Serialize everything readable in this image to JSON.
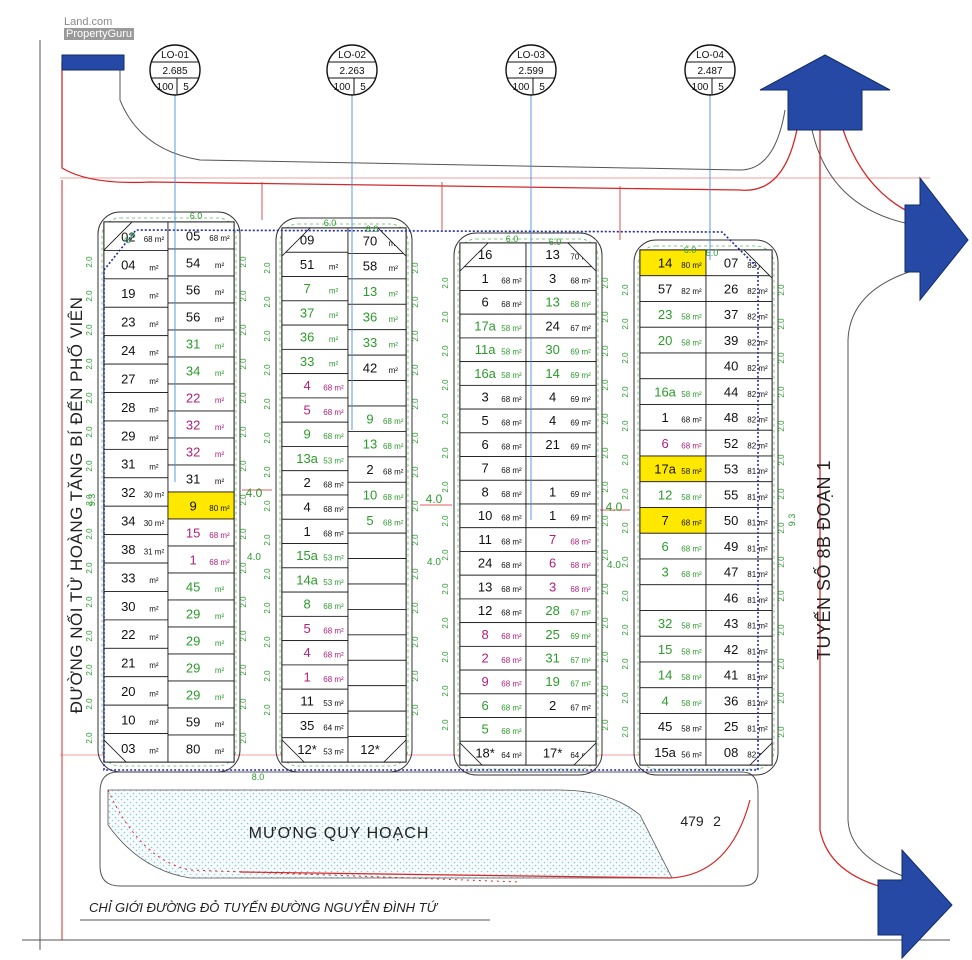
{
  "watermark": {
    "line1": "Land.com",
    "line2": "PropertyGuru"
  },
  "roads": {
    "left": "ĐƯỜNG NỐI TỪ HOÀNG TĂNG BÍ ĐẾN PHỐ VIÊN",
    "right": "TUYẾN SỐ 8B ĐOẠN 1",
    "bottom": "CHỈ GIỚI ĐƯỜNG ĐỎ TUYẾN ĐƯỜNG NGUYỄN ĐÌNH TỨ"
  },
  "canal": {
    "label": "MƯƠNG QUY HOẠCH",
    "plot_no": "479",
    "plot_map": "2"
  },
  "callouts": [
    {
      "id": "LO-01",
      "area": "2.685",
      "ratio": "100",
      "floors": "5"
    },
    {
      "id": "LO-02",
      "area": "2.263",
      "ratio": "100",
      "floors": "5"
    },
    {
      "id": "LO-03",
      "area": "2.599",
      "ratio": "100",
      "floors": "5"
    },
    {
      "id": "LO-04",
      "area": "2.487",
      "ratio": "100",
      "floors": "5"
    }
  ],
  "colors": {
    "outline": "#1f2aa8",
    "road_red": "#d62828",
    "arrow": "#2749a6",
    "green_text": "#2c9b2c",
    "magenta_text": "#b0207c",
    "highlight": "#ffe800",
    "canal_hatch": "#8fc7d8"
  },
  "dims": {
    "gap": "4.0",
    "setback": "6.0",
    "side": "2.0",
    "bottom": "8.0",
    "edge": "9.3"
  },
  "blocks": [
    {
      "name": "lo-01",
      "left": [
        {
          "n": "02",
          "a": "68",
          "u": "m²"
        },
        {
          "n": "04",
          "a": "",
          "u": "m²"
        },
        {
          "n": "19",
          "a": "",
          "u": "m²"
        },
        {
          "n": "23",
          "a": "",
          "u": "m²"
        },
        {
          "n": "24",
          "a": "",
          "u": "m²"
        },
        {
          "n": "27",
          "a": "",
          "u": "m²"
        },
        {
          "n": "28",
          "a": "",
          "u": "m²"
        },
        {
          "n": "29",
          "a": "",
          "u": "m²"
        },
        {
          "n": "31",
          "a": "",
          "u": "m²"
        },
        {
          "n": "32",
          "a": "30",
          "u": "m²"
        },
        {
          "n": "34",
          "a": "30",
          "u": "m²"
        },
        {
          "n": "38",
          "a": "31",
          "u": "m²"
        },
        {
          "n": "33",
          "a": "",
          "u": "m²"
        },
        {
          "n": "30",
          "a": "",
          "u": "m²"
        },
        {
          "n": "22",
          "a": "",
          "u": "m²"
        },
        {
          "n": "21",
          "a": "",
          "u": "m²"
        },
        {
          "n": "20",
          "a": "",
          "u": "m²"
        },
        {
          "n": "10",
          "a": "",
          "u": "m²"
        },
        {
          "n": "03",
          "a": "",
          "u": "m²"
        }
      ],
      "right": [
        {
          "n": "05",
          "a": "68",
          "u": "m²"
        },
        {
          "n": "54",
          "a": "",
          "u": "m²"
        },
        {
          "n": "56",
          "a": "",
          "u": "m²"
        },
        {
          "n": "56",
          "a": "",
          "u": "m²"
        },
        {
          "n": "31",
          "a": "",
          "u": "m²",
          "c": "g"
        },
        {
          "n": "34",
          "a": "",
          "u": "m²",
          "c": "g"
        },
        {
          "n": "22",
          "a": "",
          "u": "m²",
          "c": "m"
        },
        {
          "n": "32",
          "a": "",
          "u": "m²",
          "c": "m"
        },
        {
          "n": "32",
          "a": "",
          "u": "m²",
          "c": "m"
        },
        {
          "n": "31",
          "a": "",
          "u": "m²"
        },
        {
          "n": "9",
          "a": "80",
          "u": "m²",
          "h": true
        },
        {
          "n": "15",
          "a": "68",
          "u": "m²",
          "c": "m"
        },
        {
          "n": "1",
          "a": "68",
          "u": "m²",
          "c": "m"
        },
        {
          "n": "45",
          "a": "",
          "u": "m²",
          "c": "g"
        },
        {
          "n": "29",
          "a": "",
          "u": "m²",
          "c": "g"
        },
        {
          "n": "29",
          "a": "",
          "u": "m²",
          "c": "g"
        },
        {
          "n": "29",
          "a": "",
          "u": "m²",
          "c": "g"
        },
        {
          "n": "29",
          "a": "",
          "u": "m²",
          "c": "g"
        },
        {
          "n": "59",
          "a": "",
          "u": "m²"
        },
        {
          "n": "80",
          "a": "",
          "u": "m²"
        }
      ]
    },
    {
      "name": "lo-02",
      "left": [
        {
          "n": "09",
          "a": "",
          "u": ""
        },
        {
          "n": "51",
          "a": "",
          "u": "m²"
        },
        {
          "n": "7",
          "a": "",
          "u": "m²",
          "c": "g"
        },
        {
          "n": "37",
          "a": "",
          "u": "m²",
          "c": "g"
        },
        {
          "n": "36",
          "a": "",
          "u": "m²",
          "c": "g"
        },
        {
          "n": "33",
          "a": "",
          "u": "m²",
          "c": "g"
        },
        {
          "n": "4",
          "a": "68",
          "u": "m²",
          "c": "m"
        },
        {
          "n": "5",
          "a": "68",
          "u": "m²",
          "c": "m"
        },
        {
          "n": "9",
          "a": "68",
          "u": "m²",
          "c": "g"
        },
        {
          "n": "13a",
          "a": "53",
          "u": "m²",
          "c": "g"
        },
        {
          "n": "2",
          "a": "68",
          "u": "m²"
        },
        {
          "n": "4",
          "a": "68",
          "u": "m²"
        },
        {
          "n": "1",
          "a": "68",
          "u": "m²"
        },
        {
          "n": "15a",
          "a": "53",
          "u": "m²",
          "c": "g"
        },
        {
          "n": "14a",
          "a": "53",
          "u": "m²",
          "c": "g"
        },
        {
          "n": "8",
          "a": "68",
          "u": "m²",
          "c": "g"
        },
        {
          "n": "5",
          "a": "68",
          "u": "m²",
          "c": "m"
        },
        {
          "n": "4",
          "a": "68",
          "u": "m²",
          "c": "m"
        },
        {
          "n": "1",
          "a": "68",
          "u": "m²",
          "c": "m"
        },
        {
          "n": "11",
          "a": "53",
          "u": "m²"
        },
        {
          "n": "35",
          "a": "64",
          "u": "m²"
        },
        {
          "n": "12*",
          "a": "53",
          "u": "m²"
        }
      ],
      "right": [
        {
          "n": "70",
          "a": "",
          "u": "m²"
        },
        {
          "n": "58",
          "a": "",
          "u": "m²"
        },
        {
          "n": "13",
          "a": "",
          "u": "m²",
          "c": "g"
        },
        {
          "n": "36",
          "a": "",
          "u": "m²",
          "c": "g"
        },
        {
          "n": "33",
          "a": "",
          "u": "m²",
          "c": "g"
        },
        {
          "n": "42",
          "a": "",
          "u": "m²"
        },
        {
          "n": "",
          "a": "",
          "u": ""
        },
        {
          "n": "9",
          "a": "68",
          "u": "m²",
          "c": "g"
        },
        {
          "n": "13",
          "a": "68",
          "u": "m²",
          "c": "g"
        },
        {
          "n": "2",
          "a": "68",
          "u": "m²"
        },
        {
          "n": "10",
          "a": "68",
          "u": "m²",
          "c": "g"
        },
        {
          "n": "5",
          "a": "68",
          "u": "m²",
          "c": "g"
        },
        {
          "n": "",
          "a": "",
          "u": ""
        },
        {
          "n": "",
          "a": "",
          "u": ""
        },
        {
          "n": "",
          "a": "",
          "u": ""
        },
        {
          "n": "",
          "a": "",
          "u": ""
        },
        {
          "n": "",
          "a": "",
          "u": ""
        },
        {
          "n": "",
          "a": "",
          "u": ""
        },
        {
          "n": "",
          "a": "",
          "u": ""
        },
        {
          "n": "",
          "a": "",
          "u": ""
        },
        {
          "n": "12*",
          "a": "",
          "u": ""
        }
      ]
    },
    {
      "name": "lo-03",
      "left": [
        {
          "n": "16",
          "a": "",
          "u": ""
        },
        {
          "n": "1",
          "a": "68",
          "u": "m²"
        },
        {
          "n": "6",
          "a": "68",
          "u": "m²"
        },
        {
          "n": "17a",
          "a": "58",
          "u": "m²",
          "c": "g"
        },
        {
          "n": "11a",
          "a": "58",
          "u": "m²",
          "c": "g"
        },
        {
          "n": "16a",
          "a": "58",
          "u": "m²",
          "c": "g"
        },
        {
          "n": "3",
          "a": "68",
          "u": "m²"
        },
        {
          "n": "5",
          "a": "68",
          "u": "m²"
        },
        {
          "n": "6",
          "a": "68",
          "u": "m²"
        },
        {
          "n": "7",
          "a": "68",
          "u": "m²"
        },
        {
          "n": "8",
          "a": "68",
          "u": "m²"
        },
        {
          "n": "10",
          "a": "68",
          "u": "m²"
        },
        {
          "n": "11",
          "a": "68",
          "u": "m²"
        },
        {
          "n": "24",
          "a": "68",
          "u": "m²"
        },
        {
          "n": "13",
          "a": "68",
          "u": "m²"
        },
        {
          "n": "12",
          "a": "68",
          "u": "m²"
        },
        {
          "n": "8",
          "a": "68",
          "u": "m²",
          "c": "m"
        },
        {
          "n": "2",
          "a": "68",
          "u": "m²",
          "c": "m"
        },
        {
          "n": "9",
          "a": "68",
          "u": "m²",
          "c": "m"
        },
        {
          "n": "6",
          "a": "68",
          "u": "m²",
          "c": "g"
        },
        {
          "n": "5",
          "a": "68",
          "u": "m²",
          "c": "g"
        },
        {
          "n": "18*",
          "a": "64",
          "u": "m²"
        }
      ],
      "right": [
        {
          "n": "13",
          "a": "70",
          "u": "m²"
        },
        {
          "n": "3",
          "a": "68",
          "u": "m²"
        },
        {
          "n": "13",
          "a": "68",
          "u": "m²",
          "c": "g"
        },
        {
          "n": "24",
          "a": "67",
          "u": "m²"
        },
        {
          "n": "30",
          "a": "69",
          "u": "m²",
          "c": "g"
        },
        {
          "n": "14",
          "a": "69",
          "u": "m²",
          "c": "g"
        },
        {
          "n": "4",
          "a": "69",
          "u": "m²"
        },
        {
          "n": "4",
          "a": "69",
          "u": "m²"
        },
        {
          "n": "21",
          "a": "69",
          "u": "m²"
        },
        {
          "n": "",
          "a": "",
          "u": ""
        },
        {
          "n": "1",
          "a": "69",
          "u": "m²"
        },
        {
          "n": "1",
          "a": "69",
          "u": "m²"
        },
        {
          "n": "7",
          "a": "68",
          "u": "m²",
          "c": "m"
        },
        {
          "n": "6",
          "a": "68",
          "u": "m²",
          "c": "m"
        },
        {
          "n": "3",
          "a": "68",
          "u": "m²",
          "c": "m"
        },
        {
          "n": "28",
          "a": "67",
          "u": "m²",
          "c": "g"
        },
        {
          "n": "25",
          "a": "69",
          "u": "m²",
          "c": "g"
        },
        {
          "n": "31",
          "a": "67",
          "u": "m²",
          "c": "g"
        },
        {
          "n": "19",
          "a": "67",
          "u": "m²",
          "c": "g"
        },
        {
          "n": "2",
          "a": "67",
          "u": "m²"
        },
        {
          "n": "",
          "a": "",
          "u": ""
        },
        {
          "n": "17*",
          "a": "64",
          "u": "m²"
        }
      ]
    },
    {
      "name": "lo-04",
      "left": [
        {
          "n": "14",
          "a": "80",
          "u": "m²",
          "h": true
        },
        {
          "n": "57",
          "a": "82",
          "u": "m²"
        },
        {
          "n": "23",
          "a": "58",
          "u": "m²",
          "c": "g"
        },
        {
          "n": "20",
          "a": "58",
          "u": "m²",
          "c": "g"
        },
        {
          "n": "",
          "a": "",
          "u": ""
        },
        {
          "n": "16a",
          "a": "58",
          "u": "m²",
          "c": "g"
        },
        {
          "n": "1",
          "a": "68",
          "u": "m²"
        },
        {
          "n": "6",
          "a": "68",
          "u": "m²",
          "c": "m"
        },
        {
          "n": "17a",
          "a": "58",
          "u": "m²",
          "h": true
        },
        {
          "n": "12",
          "a": "58",
          "u": "m²",
          "c": "g"
        },
        {
          "n": "7",
          "a": "68",
          "u": "m²",
          "h": true
        },
        {
          "n": "6",
          "a": "68",
          "u": "m²",
          "c": "g"
        },
        {
          "n": "3",
          "a": "68",
          "u": "m²",
          "c": "g"
        },
        {
          "n": "",
          "a": "",
          "u": ""
        },
        {
          "n": "32",
          "a": "58",
          "u": "m²",
          "c": "g"
        },
        {
          "n": "15",
          "a": "58",
          "u": "m²",
          "c": "g"
        },
        {
          "n": "14",
          "a": "58",
          "u": "m²",
          "c": "g"
        },
        {
          "n": "4",
          "a": "58",
          "u": "m²",
          "c": "g"
        },
        {
          "n": "45",
          "a": "58",
          "u": "m²"
        },
        {
          "n": "15a",
          "a": "56",
          "u": "m²"
        }
      ],
      "right": [
        {
          "n": "07",
          "a": "82",
          "u": "m²"
        },
        {
          "n": "26",
          "a": "82",
          "u": "m²"
        },
        {
          "n": "37",
          "a": "82",
          "u": "m²"
        },
        {
          "n": "39",
          "a": "82",
          "u": "m²"
        },
        {
          "n": "40",
          "a": "82",
          "u": "m²"
        },
        {
          "n": "44",
          "a": "82",
          "u": "m²"
        },
        {
          "n": "48",
          "a": "82",
          "u": "m²"
        },
        {
          "n": "52",
          "a": "82",
          "u": "m²"
        },
        {
          "n": "53",
          "a": "81",
          "u": "m²"
        },
        {
          "n": "55",
          "a": "81",
          "u": "m²"
        },
        {
          "n": "50",
          "a": "81",
          "u": "m²"
        },
        {
          "n": "49",
          "a": "81",
          "u": "m²"
        },
        {
          "n": "47",
          "a": "81",
          "u": "m²"
        },
        {
          "n": "46",
          "a": "81",
          "u": "m²"
        },
        {
          "n": "43",
          "a": "81",
          "u": "m²"
        },
        {
          "n": "42",
          "a": "81",
          "u": "m²"
        },
        {
          "n": "41",
          "a": "81",
          "u": "m²"
        },
        {
          "n": "36",
          "a": "81",
          "u": "m²"
        },
        {
          "n": "25",
          "a": "81",
          "u": "m²"
        },
        {
          "n": "08",
          "a": "82",
          "u": "m²"
        }
      ]
    }
  ]
}
